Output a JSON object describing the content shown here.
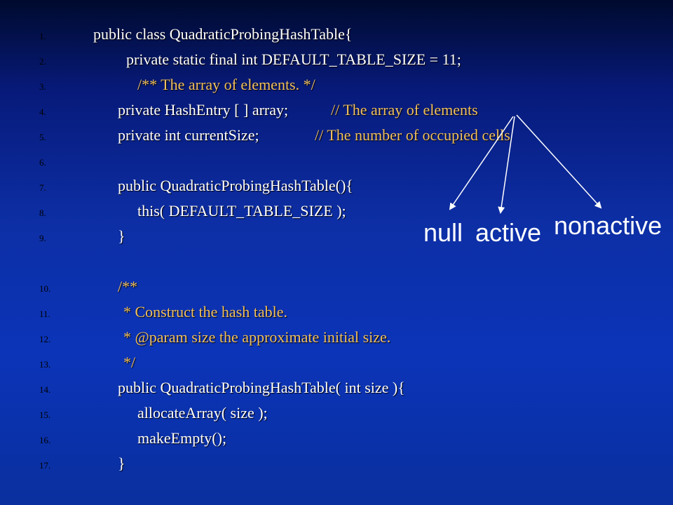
{
  "code": {
    "lines": [
      {
        "num": "1.",
        "code": "public class QuadraticProbingHashTable{",
        "comment": ""
      },
      {
        "num": "2.",
        "code": "private static final int DEFAULT_TABLE_SIZE = 11;",
        "comment": ""
      },
      {
        "num": "3.",
        "code": "",
        "comment": "/** The array of elements. */"
      },
      {
        "num": "4.",
        "code": "private HashEntry [ ] array;",
        "comment": "// The array of elements"
      },
      {
        "num": "5.",
        "code": "private int currentSize;",
        "comment": "// The number of occupied cells"
      },
      {
        "num": "6.",
        "code": "",
        "comment": ""
      },
      {
        "num": "7.",
        "code": "public QuadraticProbingHashTable(){",
        "comment": ""
      },
      {
        "num": "8.",
        "code": "this( DEFAULT_TABLE_SIZE );",
        "comment": ""
      },
      {
        "num": "9.",
        "code": "}",
        "comment": ""
      },
      {
        "num": "10.",
        "code": "",
        "comment": "/**"
      },
      {
        "num": "11.",
        "code": "",
        "comment": "* Construct the hash table."
      },
      {
        "num": "12.",
        "code": "",
        "comment": "* @param size the approximate initial size."
      },
      {
        "num": "13.",
        "code": "",
        "comment": "*/"
      },
      {
        "num": "14.",
        "code": "public QuadraticProbingHashTable( int size ){",
        "comment": ""
      },
      {
        "num": "15.",
        "code": "allocateArray( size );",
        "comment": ""
      },
      {
        "num": "16.",
        "code": "makeEmpty();",
        "comment": ""
      },
      {
        "num": "17.",
        "code": "}",
        "comment": ""
      }
    ]
  },
  "annotation": {
    "labels": [
      "null",
      "active",
      "nonactive"
    ]
  },
  "colors": {
    "code": "#ffffff",
    "comment": "#f0c060",
    "line_number": "#000000",
    "arrow": "#ffffff"
  }
}
